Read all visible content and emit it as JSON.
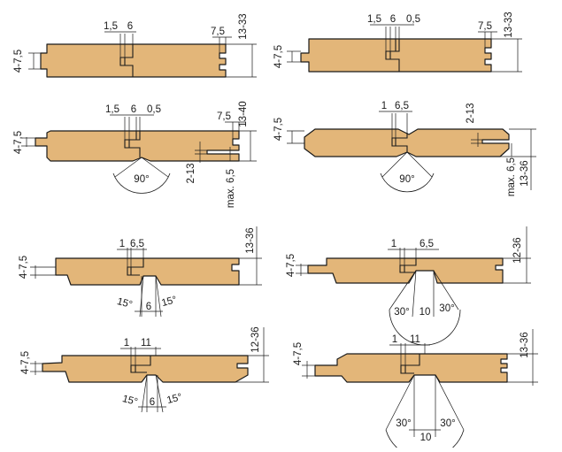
{
  "profiles": [
    {
      "id": "p1",
      "labels": {
        "left_thickness": "4-7,5",
        "groove_offset": "1,5",
        "groove_depth": "6",
        "right_groove": "7,5",
        "height": "13-33"
      }
    },
    {
      "id": "p2",
      "labels": {
        "left_thickness": "4-7,5",
        "groove_offset": "1,5",
        "groove_depth": "6",
        "gap": "0,5",
        "right_groove": "7,5",
        "height": "13-33"
      }
    },
    {
      "id": "p3",
      "labels": {
        "left_thickness": "4-7,5",
        "groove_offset": "1,5",
        "groove_depth": "6",
        "gap": "0,5",
        "right_groove": "7,5",
        "height": "13-40",
        "lip": "2-13",
        "max_depth": "max. 6,5",
        "angle": "90°"
      }
    },
    {
      "id": "p4",
      "labels": {
        "left_thickness": "4-7,5",
        "groove_offset": "1",
        "groove_depth": "6,5",
        "lip": "2-13",
        "max_depth": "max. 6,5",
        "height": "13-36",
        "angle": "90°"
      }
    },
    {
      "id": "p5",
      "labels": {
        "left_thickness": "4-7,5",
        "groove_offset": "1",
        "groove_depth": "6,5",
        "height": "13-36",
        "angle_left": "15°",
        "gap_width": "6",
        "angle_right": "15°"
      }
    },
    {
      "id": "p6",
      "labels": {
        "left_thickness": "4-7,5",
        "groove_offset": "1",
        "groove_depth": "6,5",
        "height": "12-36",
        "angle_left": "30°",
        "gap_width": "10",
        "angle_right": "30°"
      }
    },
    {
      "id": "p7",
      "labels": {
        "left_thickness": "4-7,5",
        "groove_offset": "1",
        "groove_depth": "11",
        "height": "12-36",
        "angle_left": "15°",
        "gap_width": "6",
        "angle_right": "15°"
      }
    },
    {
      "id": "p8",
      "labels": {
        "left_thickness": "4-7,5",
        "groove_offset": "1",
        "groove_depth": "11",
        "height": "13-36",
        "angle_left": "30°",
        "gap_width": "10",
        "angle_right": "30°"
      }
    }
  ],
  "colors": {
    "wood": "#E3B679",
    "outline": "#1a1a1a",
    "background": "#ffffff"
  }
}
